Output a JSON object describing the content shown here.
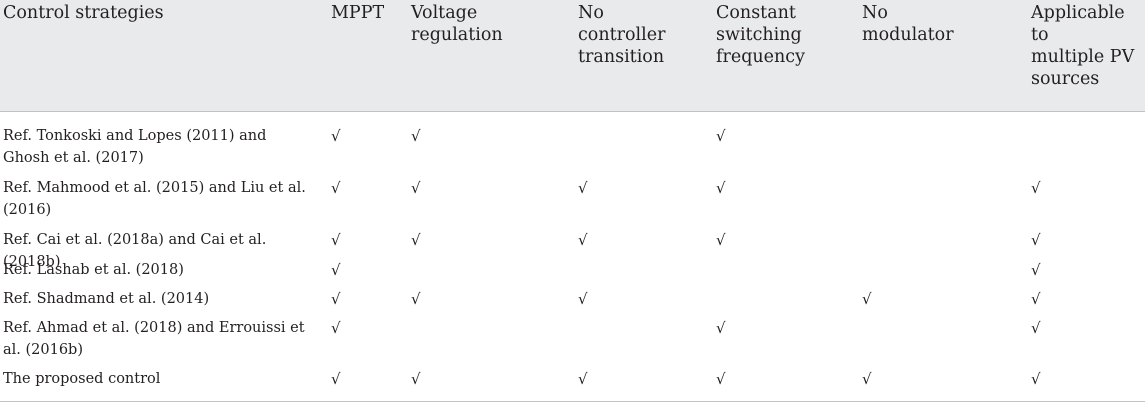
{
  "table": {
    "columns": [
      "Control strategies",
      "MPPT",
      "Voltage\nregulation",
      "No\ncontroller\ntransition",
      "Constant\nswitching\nfrequency",
      "No\nmodulator",
      "Applicable\nto\nmultiple PV\nsources"
    ],
    "rows": [
      {
        "strategy": "Ref. Tonkoski and Lopes (2011) and Ghosh et al. (2017)",
        "marks": [
          "√",
          "√",
          "",
          "√",
          "",
          ""
        ]
      },
      {
        "strategy": "Ref. Mahmood et al. (2015) and Liu et al. (2016)",
        "marks": [
          "√",
          "√",
          "√",
          "√",
          "",
          "√"
        ]
      },
      {
        "strategy": "Ref. Cai et al. (2018a) and Cai et al. (2018b)",
        "marks": [
          "√",
          "√",
          "√",
          "√",
          "",
          "√"
        ]
      },
      {
        "strategy": "Ref. Lashab et al. (2018)",
        "marks": [
          "√",
          "",
          "",
          "",
          "",
          "√"
        ]
      },
      {
        "strategy": "Ref. Shadmand et al. (2014)",
        "marks": [
          "√",
          "√",
          "√",
          "",
          "√",
          "√"
        ]
      },
      {
        "strategy": "Ref. Ahmad et al. (2018) and Errouissi et al. (2016b)",
        "marks": [
          "√",
          "",
          "",
          "√",
          "",
          "√"
        ]
      },
      {
        "strategy": "The proposed control",
        "marks": [
          "√",
          "√",
          "√",
          "√",
          "√",
          "√"
        ]
      }
    ]
  }
}
